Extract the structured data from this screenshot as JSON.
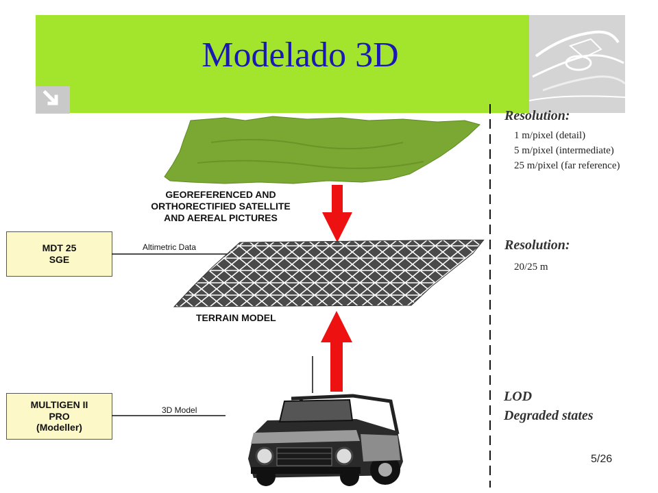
{
  "title": "Modelado 3D",
  "satellite": {
    "caption_line1": "GEOREFERENCED AND",
    "caption_line2": "ORTHORECTIFIED SATELLITE",
    "caption_line3": "AND AEREAL PICTURES"
  },
  "resolution_top": {
    "heading": "Resolution:",
    "lines": [
      "1 m/pixel (detail)",
      "5 m/pixel (intermediate)",
      "25 m/pixel (far reference)"
    ]
  },
  "mdt": {
    "line1": "MDT 25",
    "line2": "SGE",
    "arrow_label": "Altimetric Data"
  },
  "terrain": {
    "caption": "TERRAIN MODEL"
  },
  "resolution_mid": {
    "heading": "Resolution:",
    "lines": [
      "20/25 m"
    ]
  },
  "multigen": {
    "line1": "MULTIGEN II",
    "line2": "PRO",
    "line3": "(Modeller)",
    "arrow_label": "3D Model"
  },
  "lod": {
    "line1": "LOD",
    "line2": "Degraded states"
  },
  "page_number": "5/26",
  "colors": {
    "banner": "#a3e52c",
    "title": "#1a1ab0",
    "terrain_green": "#7aa832",
    "arrow_red": "#ee1111",
    "box_fill": "#fcf8c8"
  }
}
